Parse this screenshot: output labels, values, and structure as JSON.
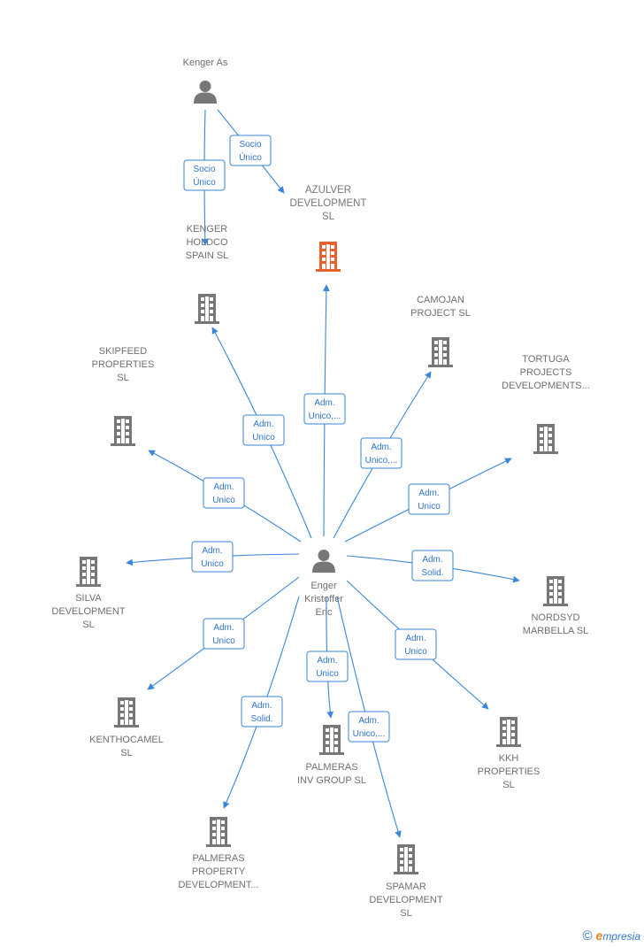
{
  "colors": {
    "edge": "#3a86d8",
    "person": "#777777",
    "company": "#777777",
    "focus_company": "#e8602c"
  },
  "nodes": [
    {
      "id": "kenger_as",
      "kind": "person",
      "label": [
        "Kenger As"
      ]
    },
    {
      "id": "azulver",
      "kind": "company",
      "focus": true,
      "label": [
        "AZULVER",
        "DEVELOPMENT",
        "SL"
      ]
    },
    {
      "id": "kenger_holdco",
      "kind": "company",
      "label": [
        "KENGER",
        "HOLDCO",
        "SPAIN  SL"
      ]
    },
    {
      "id": "camojan",
      "kind": "company",
      "label": [
        "CAMOJAN",
        "PROJECT  SL"
      ]
    },
    {
      "id": "skipfeed",
      "kind": "company",
      "label": [
        "SKIPFEED",
        "PROPERTIES",
        "SL"
      ]
    },
    {
      "id": "tortuga",
      "kind": "company",
      "label": [
        "TORTUGA",
        "PROJECTS",
        "DEVELOPMENTS..."
      ]
    },
    {
      "id": "enger",
      "kind": "person",
      "label": [
        "Enger",
        "Kristoffer",
        "Eric"
      ]
    },
    {
      "id": "silva",
      "kind": "company",
      "label": [
        "SILVA",
        "DEVELOPMENT",
        "SL"
      ]
    },
    {
      "id": "nordsyd",
      "kind": "company",
      "label": [
        "NORDSYD",
        "MARBELLA  SL"
      ]
    },
    {
      "id": "kenthocamel",
      "kind": "company",
      "label": [
        "KENTHOCAMEL",
        "SL"
      ]
    },
    {
      "id": "kkh",
      "kind": "company",
      "label": [
        "KKH",
        "PROPERTIES",
        "SL"
      ]
    },
    {
      "id": "palmeras_inv",
      "kind": "company",
      "label": [
        "PALMERAS",
        "INV GROUP  SL"
      ]
    },
    {
      "id": "palmeras_prop",
      "kind": "company",
      "label": [
        "PALMERAS",
        "PROPERTY",
        "DEVELOPMENT..."
      ]
    },
    {
      "id": "spamar",
      "kind": "company",
      "label": [
        "SPAMAR",
        "DEVELOPMENT",
        "SL"
      ]
    }
  ],
  "edges": [
    {
      "from": "kenger_as",
      "to": "kenger_holdco",
      "label": [
        "Socio",
        "Único"
      ]
    },
    {
      "from": "kenger_as",
      "to": "azulver",
      "label": [
        "Socio",
        "Único"
      ]
    },
    {
      "from": "enger",
      "to": "azulver",
      "label": [
        "Adm.",
        "Unico,..."
      ]
    },
    {
      "from": "enger",
      "to": "kenger_holdco",
      "label": [
        "Adm.",
        "Unico"
      ]
    },
    {
      "from": "enger",
      "to": "camojan",
      "label": [
        "Adm.",
        "Unico,..."
      ]
    },
    {
      "from": "enger",
      "to": "skipfeed",
      "label": [
        "Adm.",
        "Unico"
      ]
    },
    {
      "from": "enger",
      "to": "tortuga",
      "label": [
        "Adm.",
        "Unico"
      ]
    },
    {
      "from": "enger",
      "to": "silva",
      "label": [
        "Adm.",
        "Unico"
      ]
    },
    {
      "from": "enger",
      "to": "nordsyd",
      "label": [
        "Adm.",
        "Solid."
      ]
    },
    {
      "from": "enger",
      "to": "kenthocamel",
      "label": [
        "Adm.",
        "Unico"
      ]
    },
    {
      "from": "enger",
      "to": "kkh",
      "label": [
        "Adm.",
        "Unico"
      ]
    },
    {
      "from": "enger",
      "to": "palmeras_inv",
      "label": [
        "Adm.",
        "Unico"
      ]
    },
    {
      "from": "enger",
      "to": "palmeras_prop",
      "label": [
        "Adm.",
        "Solid."
      ]
    },
    {
      "from": "enger",
      "to": "spamar",
      "label": [
        "Adm.",
        "Unico,..."
      ]
    }
  ],
  "watermark": {
    "symbol": "©",
    "brand_initial": "e",
    "brand_rest": "mpresia"
  }
}
